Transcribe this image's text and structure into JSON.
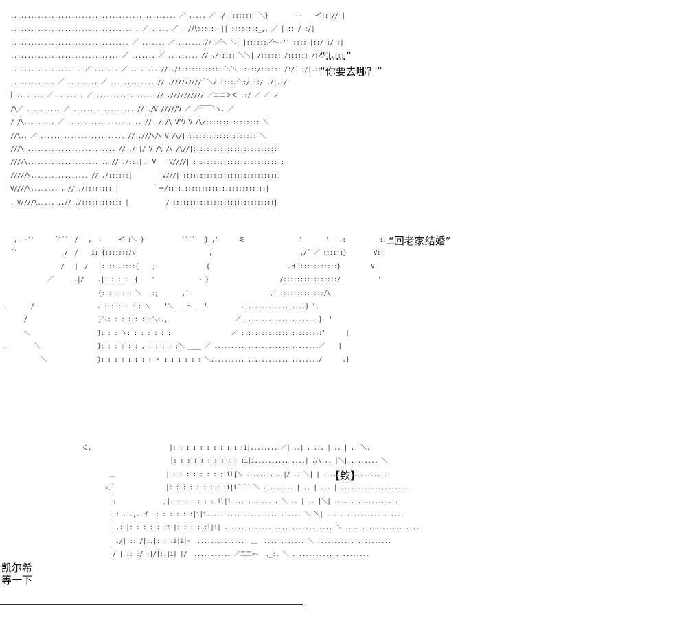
{
  "panel1": {
    "art": " ................................................. ／ ..... ／ ./| :::::: |＼}        ―-    イ:::// |\n .................................... . ／ ..... ／ . /八:::::: || ::::::::_,. ／ |::: / :/|\n ................................... ／ ....... ／.........// ／＼ ＼: |::::::／⌒‐‐'' :::: |::/ :/ :|\n ................................ ／ ....... ／ ......... // ./::::: ＼＼| /:::::: /:::::: /:/／|.::|\n ................... . ／ ....... ／ ........ // ./::::::::::::: ＼＼ :::::/:::::: /:/´ :/|.::|\n ............. ／ ......... ／ ............. // ./77777///｀＼/ ::::／ :/ ::/ ./|.:/\n ｝........ ／ ........ ／ ................. // .////////// ／ニニ＞＜ .:/ ／ ／ ノ\n /\\／ .......... ／ .................. // ./V /////V ／ ／￣￣`ヽ. ／\n / /\\......... ／ ...................... // ./ /\\ V^V V /\\/:::::::::::::::: ＼\n //\\.. ／ ......................... // .///\\/\\ V /\\/|::::::::::::::::::::: ＼\n ///\\ .......................... // ./ |/ V /\\ /\\ /\\//|::::::::::::::::::::::::::\n ////\\........................ // ./:::|.  V    V////| :::::::::::::::::::::::::::\n /////\\................. // ./::::::|         V///| ::::::::::::::::::::::::::::,\n V////\\........ . // ./:::::::: |          ｀ー/:::::::::::::::::::::::::::::|\n . V////\\........// ./:::::::::::: |           / ::::::::::::::::::::::::::::::|",
    "dialogue_1": "“……”",
    "dialogue_2": "“你要去哪？”"
  },
  "panel2": {
    "art": "    ,. ‐''      ´´´´  /   ,  :     イ :＼ }           ´´´´   } ,'      ミ                '       '   .:          :.___\n   ´´              /  /    i: {:::::::ハ                      ,'                         ,/´ ／ ::::::}        V::\n                  /   |  /   |: ::..::::{    ;               {                       .イ´:::::::::::}         V\n              ／      .|/    .|: : : : .{    '             ‐ }                     /::::::::::::::::/           '\n                             {: : : : : ＼   :;       ,'                        ,' :::::::::::::/\\\n .       /                   、: : : : : : ＼    '＼___ ⌒ ___'          ...................} ',\n       /                     }＼: : : : : : :＼:.,                    ／ ......................}  '\n       ＼                    }: : : ヽ: : : : : : :                  ／ ::::::::::::::::::::::::'      |\n .        ＼                 }: : : : : : , : : : : :＼ ____ ／ ...............................／    |\n            ＼               }: : : : : : : : ヽ : : : : : : ＼................................/      .]",
    "dialogue": "“回老家结婚”"
  },
  "panel3": {
    "art": "        く,                       |: : : : : : : : : : :i|........|／| ..| ..... | .. | .. ＼.\n                                  |: : : : : : : : : : :i|i...............| .八 .. |＼|......... ＼\n                ＿               | : : : : : : : : il|＼ ...........|/ .. ＼| | ....................\n               こﾟ               |: : : : : : : : :i|i´´´´ ＼ ......... | .. | ... | ....................\n                |:              ,|: : : : : : : il|i ............. ＼ .. | .. |＼| ....................\n                | : ...,..イ |: : : : : :|i|i............................ ＼|＼| . .....................\n                | .: |: : : : : :t |: : : : :i|i| ................................ ＼ ......................\n                | ./| :: /|:.|: : :i|i|‐| ............... ＿  ............ ＼ ......................\n                |/ | :: :/ :|/|:.|i| |/  ........... ／ニニ=-  ._:. ＼ . .....................",
    "sfx": "【欸】"
  },
  "narration": {
    "speaker": "凯尔希",
    "line": "等一下"
  }
}
